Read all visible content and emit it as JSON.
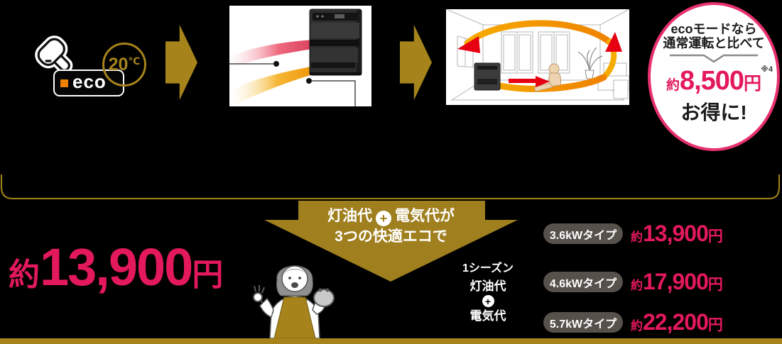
{
  "colors": {
    "gold": "#a6841b",
    "banner_gold": "#9f7f1e",
    "accent_pink": "#e3195b",
    "badge_border_pink": "#e7316c",
    "pill_gray": "#56514b",
    "eco_orange": "#ef8200"
  },
  "top_flow": {
    "eco_button_label": "eco",
    "temperature_value": "20",
    "temperature_unit": "℃",
    "savings_badge": {
      "line1": "ecoモードなら",
      "line2": "通常運転と比べて",
      "approx": "約",
      "amount": "8,500",
      "unit": "円",
      "footnote": "※4",
      "line3": "お得に!"
    }
  },
  "banner": {
    "line1_before_plus": "灯油代",
    "plus": "+",
    "line1_after_plus": "電気代が",
    "line2": "3つの快適エコで"
  },
  "total_price": {
    "approx": "約",
    "amount": "13,900",
    "unit": "円"
  },
  "season_label": {
    "line1": "1シーズン",
    "line2": "灯油代",
    "plus": "+",
    "line3": "電気代"
  },
  "price_rows": [
    {
      "type_label": "3.6kWタイプ",
      "approx": "約",
      "amount": "13,900",
      "unit": "円"
    },
    {
      "type_label": "4.6kWタイプ",
      "approx": "約",
      "amount": "17,900",
      "unit": "円"
    },
    {
      "type_label": "5.7kWタイプ",
      "approx": "約",
      "amount": "22,200",
      "unit": "円"
    }
  ]
}
